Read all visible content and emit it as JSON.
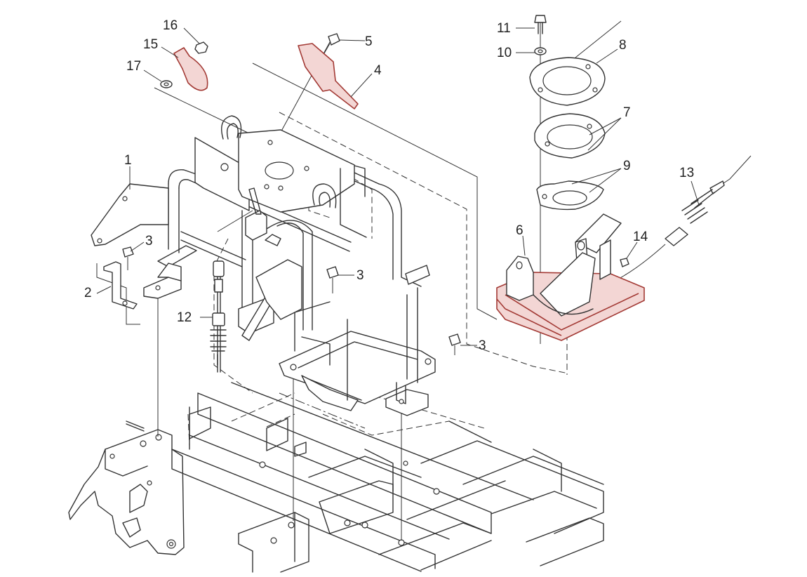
{
  "diagram": {
    "labels": {
      "p1": "1",
      "p2": "2",
      "p3a": "3",
      "p3b": "3",
      "p3c": "3",
      "p4": "4",
      "p5": "5",
      "p6": "6",
      "p7": "7",
      "p8": "8",
      "p9": "9",
      "p10": "10",
      "p11": "11",
      "p12": "12",
      "p13": "13",
      "p14": "14",
      "p15": "15",
      "p16": "16",
      "p17": "17"
    },
    "colors": {
      "line": "#333333",
      "highlight_fill": "#f3d6d4",
      "highlight_stroke": "#a33a35"
    }
  }
}
